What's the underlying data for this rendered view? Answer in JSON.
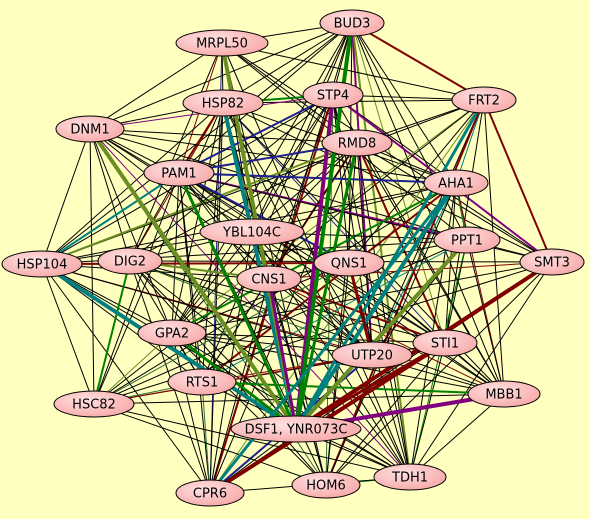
{
  "nodes": [
    {
      "id": "BUD3",
      "label": "BUD3"
    },
    {
      "id": "MRPL50",
      "label": "MRPL50"
    },
    {
      "id": "HSP82",
      "label": "HSP82"
    },
    {
      "id": "STP4",
      "label": "STP4"
    },
    {
      "id": "FRT2",
      "label": "FRT2"
    },
    {
      "id": "DNM1",
      "label": "DNM1"
    },
    {
      "id": "RMD8",
      "label": "RMD8"
    },
    {
      "id": "PAM1",
      "label": "PAM1"
    },
    {
      "id": "AHA1",
      "label": "AHA1"
    },
    {
      "id": "YBL104C",
      "label": "YBL104C"
    },
    {
      "id": "PPT1",
      "label": "PPT1"
    },
    {
      "id": "HSP104",
      "label": "HSP104"
    },
    {
      "id": "DIG2",
      "label": "DIG2"
    },
    {
      "id": "CNS1",
      "label": "CNS1"
    },
    {
      "id": "QNS1",
      "label": "QNS1"
    },
    {
      "id": "SMT3",
      "label": "SMT3"
    },
    {
      "id": "GPA2",
      "label": "GPA2"
    },
    {
      "id": "STI1",
      "label": "STI1"
    },
    {
      "id": "UTP20",
      "label": "UTP20"
    },
    {
      "id": "RTS1",
      "label": "RTS1"
    },
    {
      "id": "MBB1",
      "label": "MBB1"
    },
    {
      "id": "HSC82",
      "label": "HSC82"
    },
    {
      "id": "DSF1",
      "label": "DSF1, YNR073C"
    },
    {
      "id": "TDH1",
      "label": "TDH1"
    },
    {
      "id": "HOM6",
      "label": "HOM6"
    },
    {
      "id": "CPR6",
      "label": "CPR6"
    }
  ],
  "colors": {
    "background": "#ffffc0",
    "node_fill": "#f7a8a8",
    "node_highlight": "#ffe0e0",
    "node_stroke": "#000000",
    "edge_default": "#000000",
    "edge_palette": [
      "#000000",
      "#008000",
      "#6b8e23",
      "#008080",
      "#800080",
      "#800000",
      "#1f1f8f",
      "#2f6f2f"
    ]
  }
}
